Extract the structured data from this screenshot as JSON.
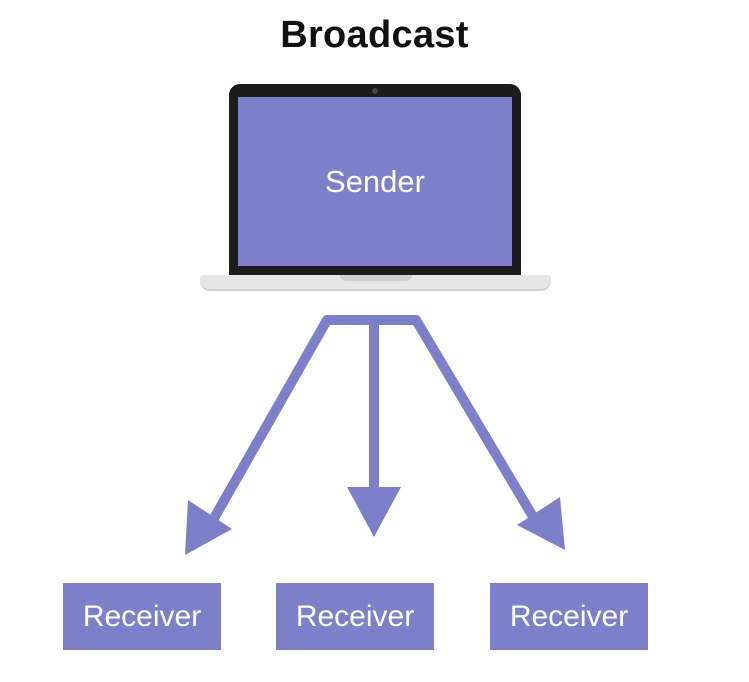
{
  "title": "Broadcast",
  "sender": {
    "label": "Sender"
  },
  "receivers": [
    {
      "label": "Receiver"
    },
    {
      "label": "Receiver"
    },
    {
      "label": "Receiver"
    }
  ],
  "colors": {
    "accent": "#7b80c9",
    "laptop_frame": "#1c1c1c",
    "laptop_base": "#e6e6e6",
    "title": "#111111"
  }
}
